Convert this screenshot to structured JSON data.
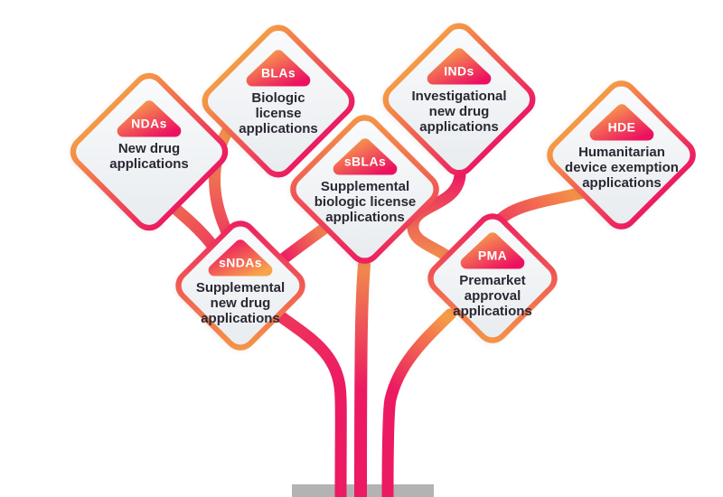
{
  "nodes": [
    {
      "id": "ndas",
      "badge": "NDAs",
      "label": "New drug\napplications"
    },
    {
      "id": "blas",
      "badge": "BLAs",
      "label": "Biologic\nlicense\napplications"
    },
    {
      "id": "inds",
      "badge": "INDs",
      "label": "Investigational\nnew drug\napplications"
    },
    {
      "id": "hde",
      "badge": "HDE",
      "label": "Humanitarian\ndevice exemption\napplications"
    },
    {
      "id": "sblas",
      "badge": "sBLAs",
      "label": "Supplemental\nbiologic license\napplications"
    },
    {
      "id": "sndas",
      "badge": "sNDAs",
      "label": "Supplemental\nnew drug\napplications"
    },
    {
      "id": "pma",
      "badge": "PMA",
      "label": "Premarket\napproval\napplications"
    }
  ],
  "colors": {
    "orange": "#F59B45",
    "pink": "#EC1A62",
    "stem-pink": "#ED2163",
    "base-gray": "#B3B3B3",
    "text": "#2B2834",
    "fill-light": "#FAFBFC",
    "fill-dark": "#E8ECEF"
  }
}
